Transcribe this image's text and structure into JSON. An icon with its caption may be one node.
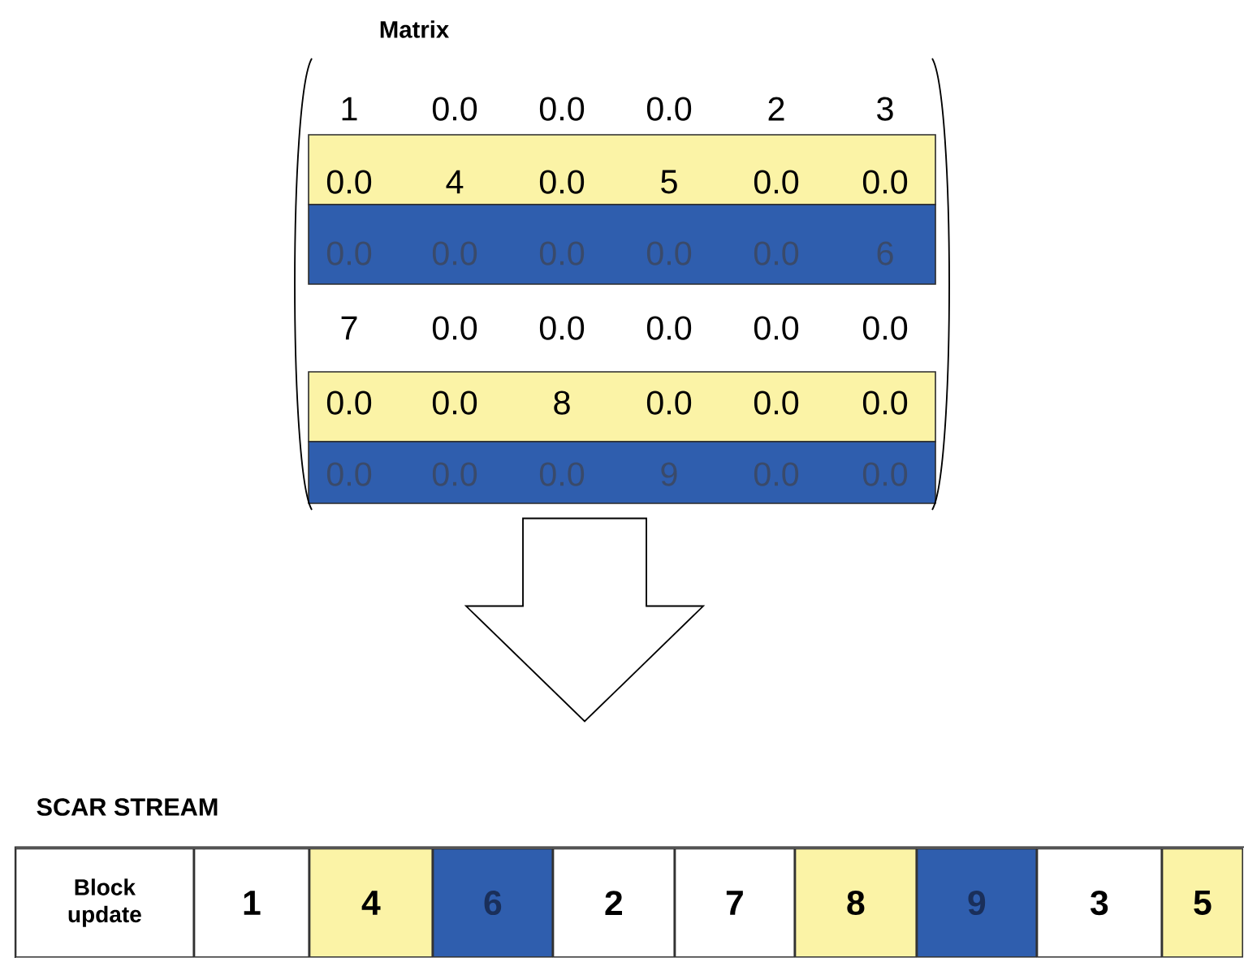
{
  "diagram": {
    "nodes": [
      {
        "text": [
          "Matrix"
        ]
      },
      {
        "text": [
          "SCAR STREAM"
        ]
      },
      {
        "text": [
          "Block update"
        ],
        "in": 1
      },
      {
        "text": [
          "1"
        ],
        "in": 1
      },
      {
        "text": [
          "4"
        ],
        "in": 1
      },
      {
        "text": [
          "6"
        ],
        "in": 1
      },
      {
        "text": [
          "2"
        ],
        "in": 1
      },
      {
        "text": [
          "7"
        ],
        "in": 1
      },
      {
        "text": [
          "8"
        ],
        "in": 1
      },
      {
        "text": [
          "9"
        ],
        "in": 1
      },
      {
        "text": [
          "3"
        ],
        "in": 1
      },
      {
        "text": [
          "5"
        ],
        "in": 1
      }
    ],
    "edges": [
      {
        "from": 0,
        "to": 1,
        "arrow": "to"
      }
    ],
    "labels": [
      "1",
      "0.0",
      "0.0",
      "0.0",
      "2",
      "3",
      "0.0",
      "4",
      "0.0",
      "5",
      "0.0",
      "0.0",
      "0.0",
      "0.0",
      "0.0",
      "0.0",
      "0.0",
      "6",
      "7",
      "0.0",
      "0.0",
      "0.0",
      "0.0",
      "0.0",
      "0.0",
      "0.0",
      "8",
      "0.0",
      "0.0",
      "0.0",
      "0.0",
      "0.0",
      "0.0",
      "9",
      "0.0",
      "0.0"
    ]
  }
}
